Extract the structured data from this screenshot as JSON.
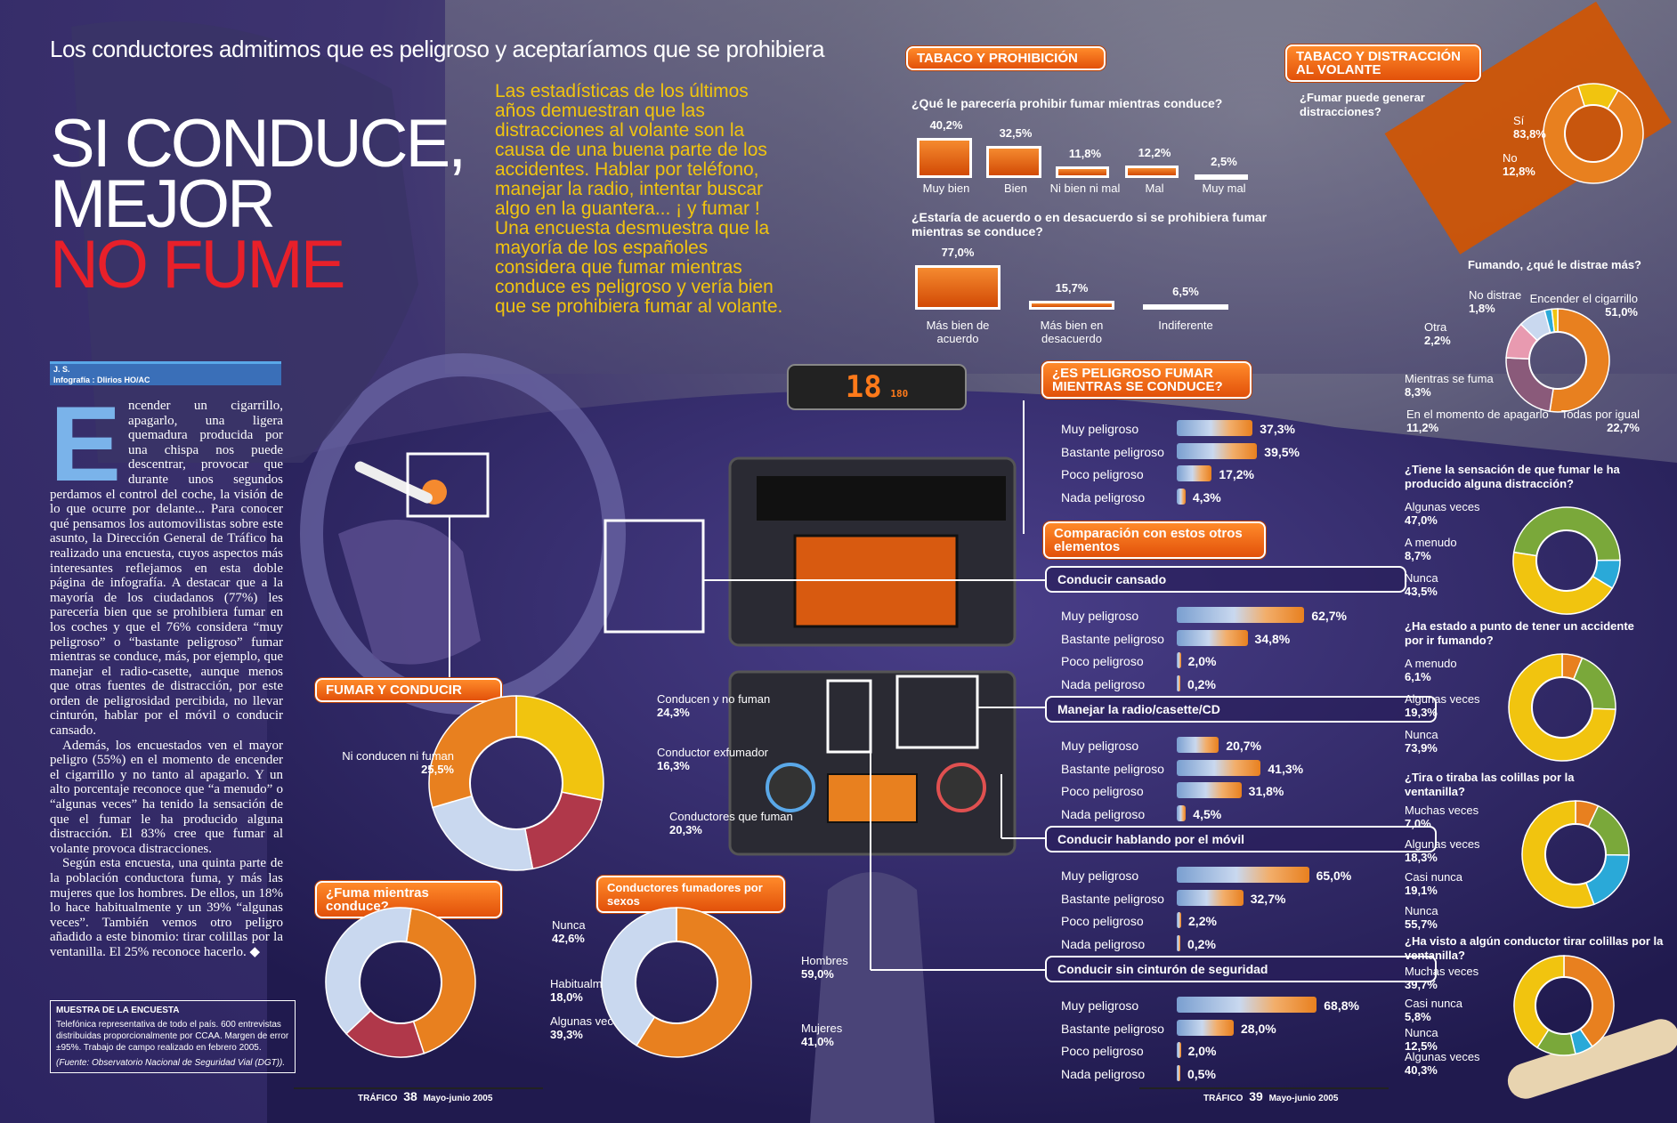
{
  "header": {
    "headline": "Los conductores admitimos que es peligroso y aceptaríamos que se prohibiera",
    "title_line1": "SI CONDUCE,",
    "title_line2": "MEJOR",
    "title_line3": "NO FUME",
    "lede": "Las estadísticas de los últimos años demuestran que las distracciones al volante son la causa de una buena parte de los accidentes. Hablar por teléfono, manejar la radio, intentar buscar algo en la  guantera... ¡ y fumar ! Una encuesta desmuestra que la mayoría de los españoles considera que fumar mientras conduce es peligroso y vería bien que se prohibiera fumar al volante.",
    "author": "J. S.",
    "infografia": "Infografía : Dlirios HO/AC"
  },
  "body": {
    "dropcap": "E",
    "p1": "ncender un cigarrillo, apagarlo, una ligera quemadura producida por una chispa nos puede descentrar, provocar que durante unos segundos perdamos el control del coche, la visión de lo que ocurre por delante... Para conocer qué pensamos los automovilistas sobre este asunto, la Dirección General de Tráfico ha realizado una encuesta, cuyos aspectos más interesantes reflejamos en esta doble página de infografía. A destacar que a la mayoría de los ciudadanos (77%) les parecería bien que se prohibiera fumar en los coches y que el 76% considera “muy peligroso” o “bastante peligroso” fumar mientras se conduce, más, por ejemplo, que manejar el radio-casette, aunque menos que otras fuentes de distracción, por este orden de peligrosidad percibida, no llevar cinturón, hablar por el móvil o conducir cansado.",
    "p2": "Además, los encuestados ven el mayor peligro (55%) en el momento de encender el cigarrillo y no tanto al apagarlo. Y un alto porcentaje reconoce que “a menudo” o “algunas veces” ha tenido la sensación de que el fumar le ha producido alguna distracción. El 83% cree que fumar al volante provoca distracciones.",
    "p3": "Según esta encuesta, una quinta parte de la población conductora fuma, y más las mujeres que los hombres. De ellos, un 18% lo hace habitualmente y un 39% “algunas veces”. También vemos otro peligro añadido a este binomio: tirar colillas por la ventanilla. El 25% reconoce hacerlo. ◆"
  },
  "muestra": {
    "title": "MUESTRA DE LA ENCUESTA",
    "text": "Telefónica representativa de todo el país. 600 entrevistas distribuidas proporcionalmente por CCAA. Margen de error ±95%. Trabajo de campo realizado en febrero 2005.",
    "source": "(Fuente: Observatorio Nacional de Seguridad Vial (DGT))."
  },
  "footer": {
    "left_mag": "TRÁFICO",
    "left_page": "38",
    "left_date": "Mayo-junio 2005",
    "right_mag": "TRÁFICO",
    "right_page": "39",
    "right_date": "Mayo-junio 2005"
  },
  "dashboard": {
    "display": "18",
    "display_small": "180"
  },
  "colors": {
    "orange": "#e8801f",
    "yellow": "#f1c40f",
    "green": "#7aa83a",
    "red": "#b0384a",
    "lightblue": "#c9d8ef",
    "cyan": "#2aa9d8",
    "pink": "#e89ab0",
    "mauve": "#8a5a7a",
    "navy": "#2c2461"
  },
  "chart_data": [
    {
      "id": "tabaco_prohibicion",
      "type": "bar",
      "tag": "TABACO Y PROHIBICIÓN",
      "title": "¿Qué le parecería prohibir fumar mientras conduce?",
      "categories": [
        "Muy bien",
        "Bien",
        "Ni bien ni mal",
        "Mal",
        "Muy mal"
      ],
      "values": [
        40.2,
        32.5,
        11.8,
        12.2,
        2.5
      ],
      "labels": [
        "40,2%",
        "32,5%",
        "11,8%",
        "12,2%",
        "2,5%"
      ]
    },
    {
      "id": "acuerdo",
      "type": "bar",
      "title": "¿Estaría de acuerdo o en desacuerdo si se prohibiera fumar mientras se conduce?",
      "categories": [
        "Más bien de acuerdo",
        "Más bien en desacuerdo",
        "Indiferente"
      ],
      "values": [
        77.0,
        15.7,
        6.5
      ],
      "labels": [
        "77,0%",
        "15,7%",
        "6,5%"
      ]
    },
    {
      "id": "peligroso",
      "type": "bar",
      "tag": "¿ES PELIGROSO FUMAR MIENTRAS SE CONDUCE?",
      "categories": [
        "Muy peligroso",
        "Bastante peligroso",
        "Poco peligroso",
        "Nada peligroso"
      ],
      "values": [
        37.3,
        39.5,
        17.2,
        4.3
      ],
      "labels": [
        "37,3%",
        "39,5%",
        "17,2%",
        "4,3%"
      ]
    },
    {
      "id": "comparacion",
      "type": "bar",
      "tag": "Comparación con estos otros elementos",
      "groups": [
        {
          "name": "Conducir cansado",
          "categories": [
            "Muy peligroso",
            "Bastante peligroso",
            "Poco peligroso",
            "Nada peligroso"
          ],
          "values": [
            62.7,
            34.8,
            2.0,
            0.2
          ],
          "labels": [
            "62,7%",
            "34,8%",
            "2,0%",
            "0,2%"
          ]
        },
        {
          "name": "Manejar la radio/casette/CD",
          "categories": [
            "Muy peligroso",
            "Bastante peligroso",
            "Poco peligroso",
            "Nada peligroso"
          ],
          "values": [
            20.7,
            41.3,
            31.8,
            4.5
          ],
          "labels": [
            "20,7%",
            "41,3%",
            "31,8%",
            "4,5%"
          ]
        },
        {
          "name": "Conducir hablando por el móvil",
          "categories": [
            "Muy peligroso",
            "Bastante peligroso",
            "Poco peligroso",
            "Nada peligroso"
          ],
          "values": [
            65.0,
            32.7,
            2.2,
            0.2
          ],
          "labels": [
            "65,0%",
            "32,7%",
            "2,2%",
            "0,2%"
          ]
        },
        {
          "name": "Conducir sin cinturón de seguridad",
          "categories": [
            "Muy peligroso",
            "Bastante peligroso",
            "Poco peligroso",
            "Nada peligroso"
          ],
          "values": [
            68.8,
            28.0,
            2.0,
            0.5
          ],
          "labels": [
            "68,8%",
            "28,0%",
            "2,0%",
            "0,5%"
          ]
        }
      ]
    },
    {
      "id": "distraccion_volante",
      "type": "pie",
      "tag": "TABACO Y DISTRACCIÓN AL VOLANTE",
      "title": "¿Fumar puede generar distracciones?",
      "categories": [
        "Sí",
        "No"
      ],
      "values": [
        83.8,
        12.8
      ],
      "labels": [
        "83,8%",
        "12,8%"
      ]
    },
    {
      "id": "que_distrae",
      "type": "pie",
      "title": "Fumando, ¿qué le distrae más?",
      "categories": [
        "Encender el cigarrillo",
        "Todas por igual",
        "En el momento de apagarlo",
        "Mientras se fuma",
        "Otra",
        "No distrae"
      ],
      "values": [
        51.0,
        22.7,
        11.2,
        8.3,
        2.2,
        1.8
      ],
      "labels": [
        "51,0%",
        "22,7%",
        "11,2%",
        "8,3%",
        "2,2%",
        "1,8%"
      ]
    },
    {
      "id": "sensacion",
      "type": "pie",
      "title": "¿Tiene la sensación de que fumar le ha  producido alguna distracción?",
      "categories": [
        "Algunas veces",
        "A menudo",
        "Nunca"
      ],
      "values": [
        47.0,
        8.7,
        43.5
      ],
      "labels": [
        "47,0%",
        "8,7%",
        "43,5%"
      ]
    },
    {
      "id": "accidente",
      "type": "pie",
      "title": "¿Ha estado a punto de tener un accidente por ir fumando?",
      "categories": [
        "A menudo",
        "Algunas veces",
        "Nunca"
      ],
      "values": [
        6.1,
        19.3,
        73.9
      ],
      "labels": [
        "6,1%",
        "19,3%",
        "73,9%"
      ]
    },
    {
      "id": "colillas",
      "type": "pie",
      "title": "¿Tira o tiraba las colillas por la ventanilla?",
      "categories": [
        "Muchas veces",
        "Algunas veces",
        "Casi nunca",
        "Nunca"
      ],
      "values": [
        7.0,
        18.3,
        19.1,
        55.7
      ],
      "labels": [
        "7,0%",
        "18,3%",
        "19,1%",
        "55,7%"
      ]
    },
    {
      "id": "visto_colillas",
      "type": "pie",
      "title": "¿Ha visto a algún conductor tirar colillas por la ventanilla?",
      "categories": [
        "Muchas veces",
        "Casi nunca",
        "Nunca",
        "Algunas veces"
      ],
      "values": [
        39.7,
        5.8,
        12.5,
        40.3
      ],
      "labels": [
        "39,7%",
        "5,8%",
        "12,5%",
        "40,3%"
      ]
    },
    {
      "id": "fumar_conducir",
      "type": "pie",
      "tag": "FUMAR Y CONDUCIR",
      "categories": [
        "Conducen y no fuman",
        "Conductor exfumador",
        "Conductores que fuman",
        "Ni conducen ni fuman"
      ],
      "values": [
        24.3,
        16.3,
        20.3,
        25.5
      ],
      "labels": [
        "24,3%",
        "16,3%",
        "20,3%",
        "25,5%"
      ]
    },
    {
      "id": "fuma_mientras",
      "type": "pie",
      "tag": "¿Fuma mientras conduce?",
      "categories": [
        "Nunca",
        "Habitualmente",
        "Algunas veces"
      ],
      "values": [
        42.6,
        18.0,
        39.3
      ],
      "labels": [
        "42,6%",
        "18,0%",
        "39,3%"
      ]
    },
    {
      "id": "por_sexos",
      "type": "pie",
      "tag": "Conductores fumadores por sexos",
      "categories": [
        "Hombres",
        "Mujeres"
      ],
      "values": [
        59.0,
        41.0
      ],
      "labels": [
        "59,0%",
        "41,0%"
      ]
    }
  ]
}
